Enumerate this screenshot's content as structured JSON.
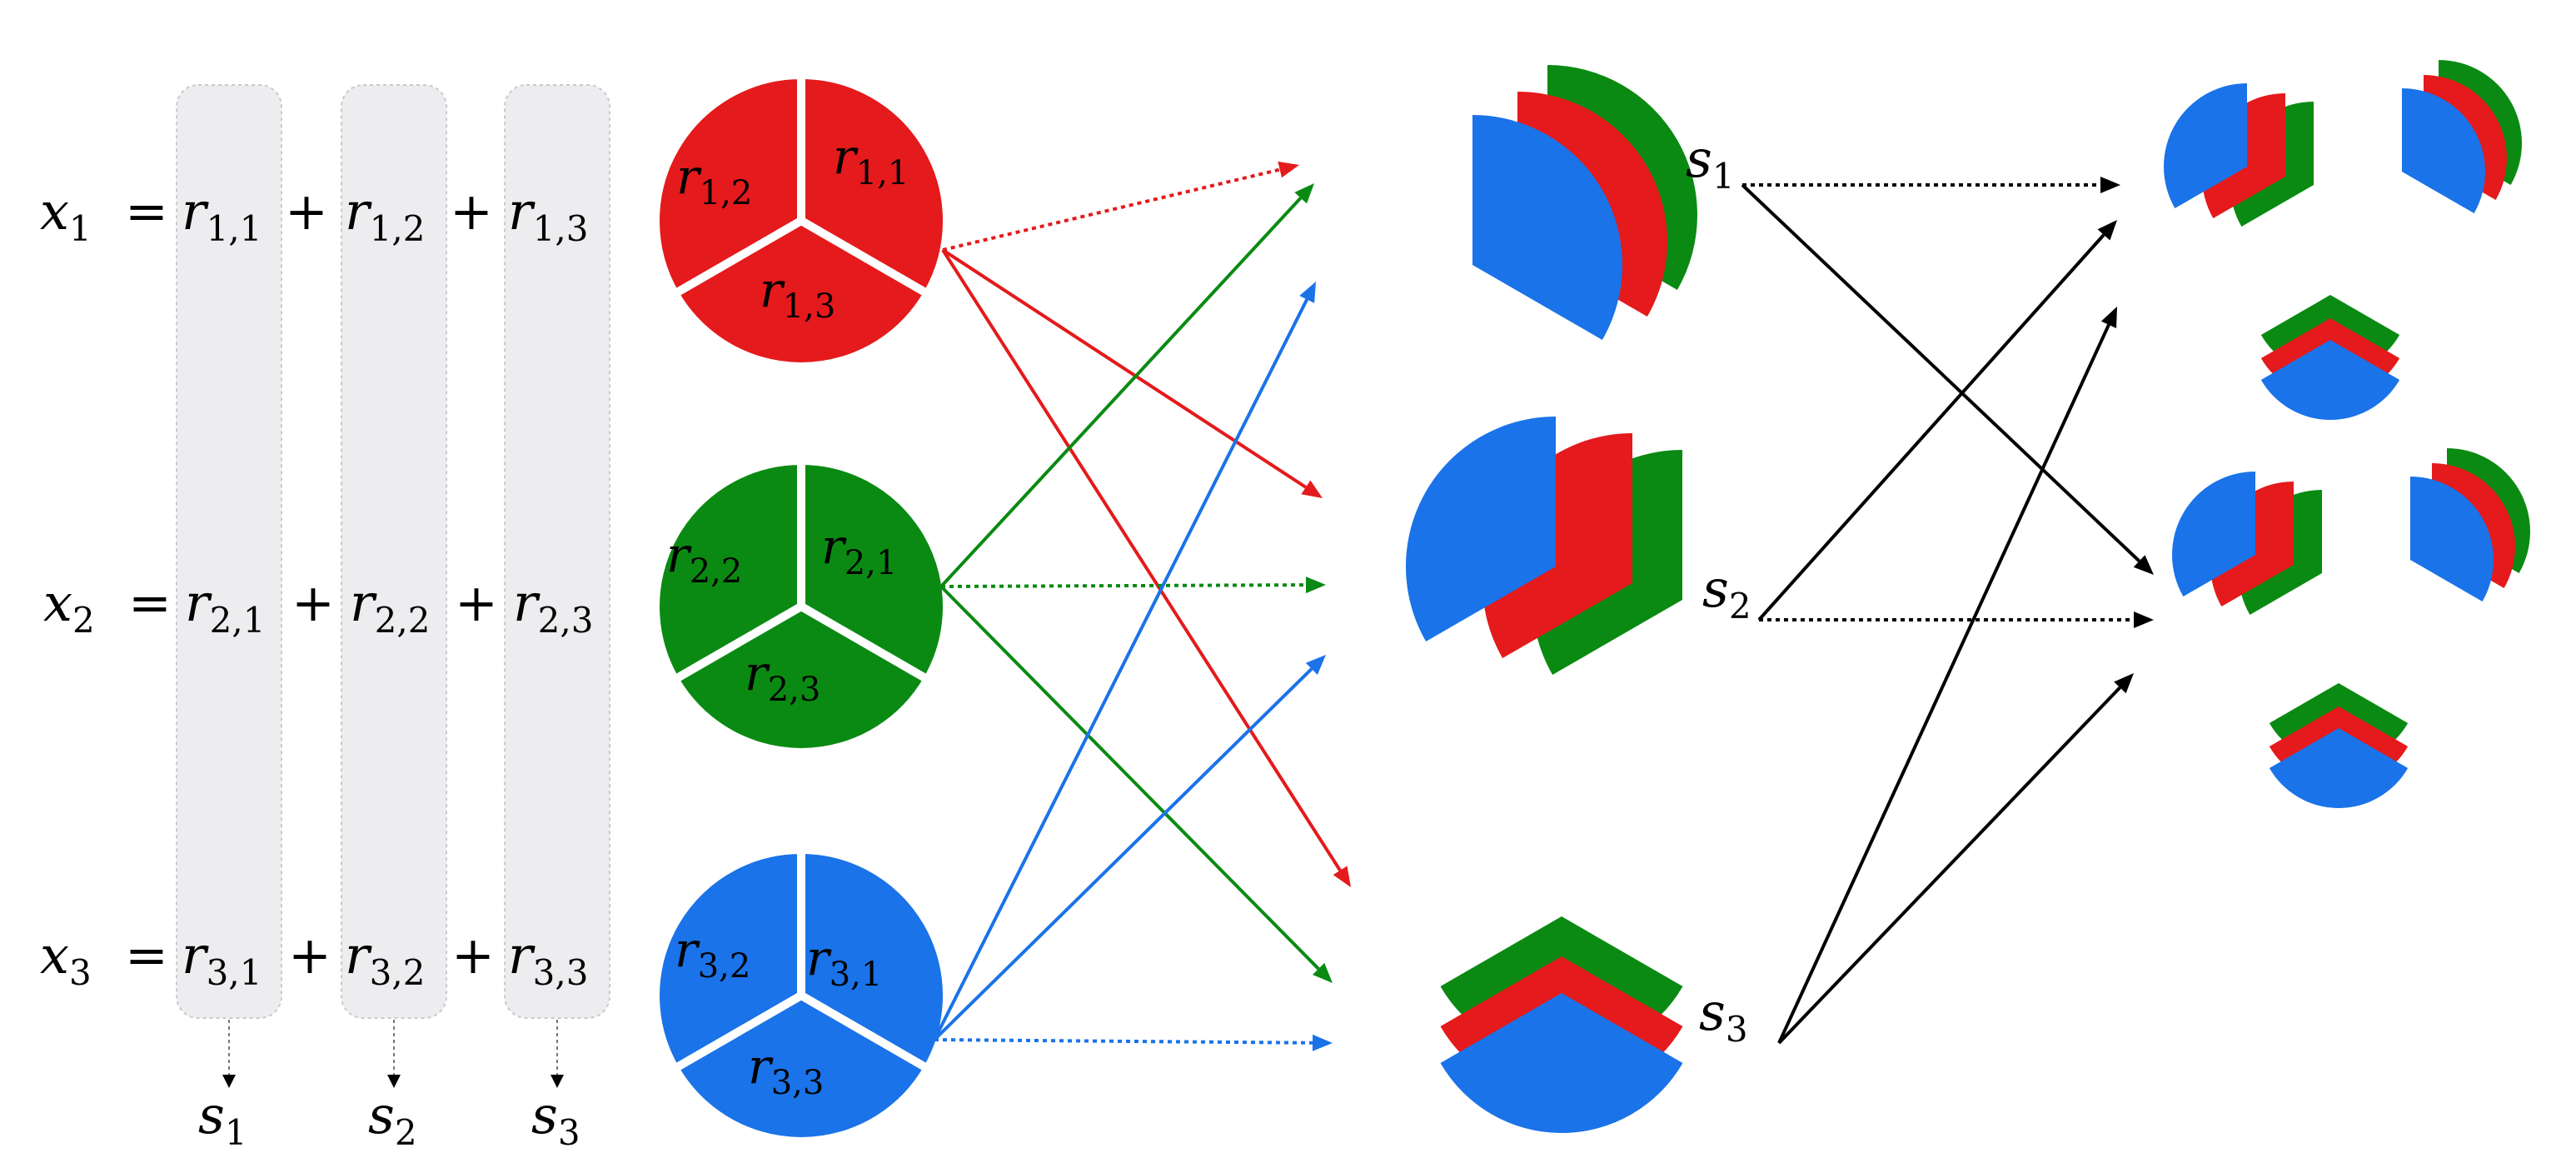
{
  "colors": {
    "red": "#e41a1c",
    "green": "#0a8a12",
    "blue": "#1a73e8",
    "black": "#000000",
    "column_fill": "#ededf0",
    "column_stroke": "#c9c9ce"
  },
  "equations": [
    {
      "lhs": "x",
      "lhs_sub": "1",
      "eq": "=",
      "terms": [
        {
          "r": "r",
          "sub": "1,1"
        },
        {
          "r": "r",
          "sub": "1,2"
        },
        {
          "r": "r",
          "sub": "1,3"
        }
      ]
    },
    {
      "lhs": "x",
      "lhs_sub": "2",
      "eq": "=",
      "terms": [
        {
          "r": "r",
          "sub": "2,1"
        },
        {
          "r": "r",
          "sub": "2,2"
        },
        {
          "r": "r",
          "sub": "2,3"
        }
      ]
    },
    {
      "lhs": "x",
      "lhs_sub": "3",
      "eq": "=",
      "terms": [
        {
          "r": "r",
          "sub": "3,1"
        },
        {
          "r": "r",
          "sub": "3,2"
        },
        {
          "r": "r",
          "sub": "3,3"
        }
      ]
    }
  ],
  "plus": "+",
  "column_outputs": [
    {
      "s": "s",
      "sub": "1"
    },
    {
      "s": "s",
      "sub": "2"
    },
    {
      "s": "s",
      "sub": "3"
    }
  ],
  "circles": [
    {
      "color": "red",
      "labels": [
        {
          "r": "r",
          "sub": "1,1"
        },
        {
          "r": "r",
          "sub": "1,2"
        },
        {
          "r": "r",
          "sub": "1,3"
        }
      ]
    },
    {
      "color": "green",
      "labels": [
        {
          "r": "r",
          "sub": "2,1"
        },
        {
          "r": "r",
          "sub": "2,2"
        },
        {
          "r": "r",
          "sub": "2,3"
        }
      ]
    },
    {
      "color": "blue",
      "labels": [
        {
          "r": "r",
          "sub": "3,1"
        },
        {
          "r": "r",
          "sub": "3,2"
        },
        {
          "r": "r",
          "sub": "3,3"
        }
      ]
    }
  ],
  "stacks": [
    {
      "s": "s",
      "sub": "1"
    },
    {
      "s": "s",
      "sub": "2"
    },
    {
      "s": "s",
      "sub": "3"
    }
  ],
  "arrows": {
    "circle_to_stack": [
      {
        "from_circle": 1,
        "to_stack": 1,
        "style": "dotted"
      },
      {
        "from_circle": 1,
        "to_stack": 2,
        "style": "solid"
      },
      {
        "from_circle": 1,
        "to_stack": 3,
        "style": "solid"
      },
      {
        "from_circle": 2,
        "to_stack": 1,
        "style": "solid"
      },
      {
        "from_circle": 2,
        "to_stack": 2,
        "style": "dotted"
      },
      {
        "from_circle": 2,
        "to_stack": 3,
        "style": "solid"
      },
      {
        "from_circle": 3,
        "to_stack": 1,
        "style": "solid"
      },
      {
        "from_circle": 3,
        "to_stack": 2,
        "style": "solid"
      },
      {
        "from_circle": 3,
        "to_stack": 3,
        "style": "dotted"
      }
    ],
    "stack_to_result": [
      {
        "from_stack": 1,
        "to_result": 1,
        "style": "dotted"
      },
      {
        "from_stack": 1,
        "to_result": 2,
        "style": "solid"
      },
      {
        "from_stack": 2,
        "to_result": 1,
        "style": "solid"
      },
      {
        "from_stack": 2,
        "to_result": 2,
        "style": "dotted"
      },
      {
        "from_stack": 3,
        "to_result": 1,
        "style": "solid"
      },
      {
        "from_stack": 3,
        "to_result": 2,
        "style": "solid"
      }
    ]
  }
}
